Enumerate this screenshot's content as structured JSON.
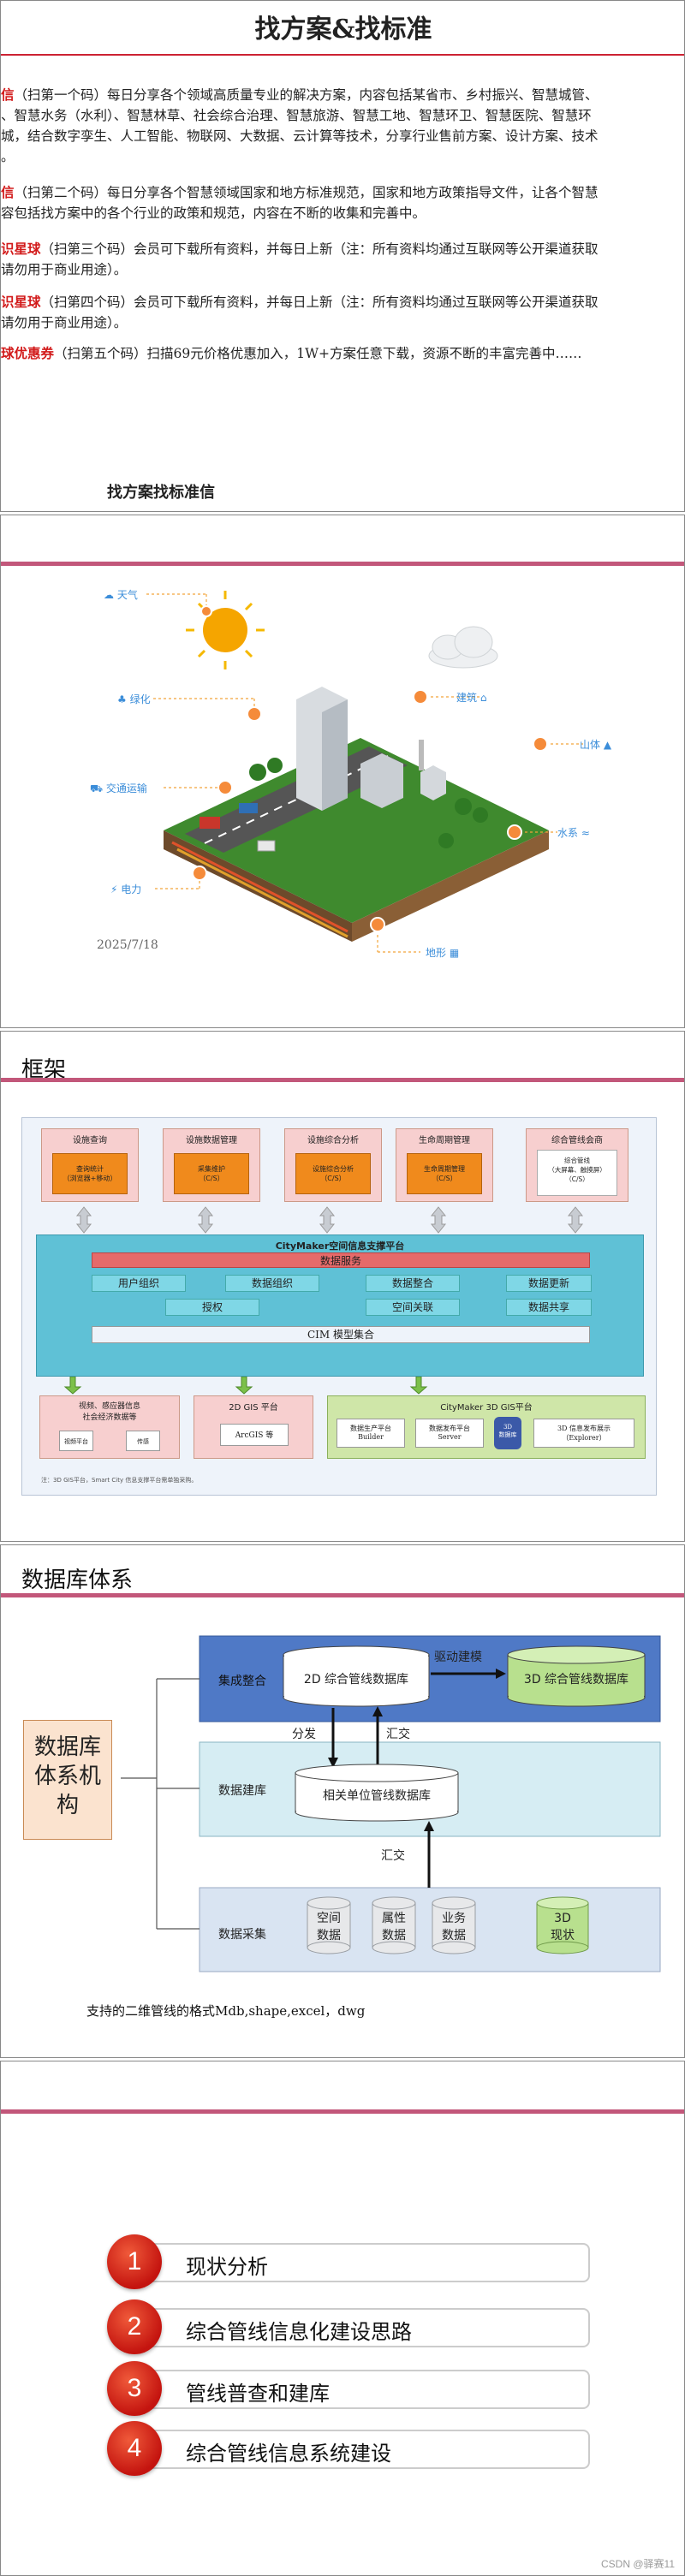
{
  "slide1": {
    "title": "找方案&找标准",
    "paragraphs": [
      {
        "hl": "信",
        "lines": [
          "（扫第一个码）每日分享各个领域高质量专业的解决方案，内容包括某省市、乡村振兴、智慧城管、",
          "、智慧水务（水利）、智慧林草、社会综合治理、智慧旅游、智慧工地、智慧环卫、智慧医院、智慧环",
          "城，结合数字孪生、人工智能、物联网、大数据、云计算等技术，分享行业售前方案、设计方案、技术",
          "。"
        ]
      },
      {
        "hl": "信",
        "lines": [
          "（扫第二个码）每日分享各个智慧领域国家和地方标准规范，国家和地方政策指导文件，让各个智慧",
          "容包括找方案中的各个行业的政策和规范，内容在不断的收集和完善中。"
        ]
      },
      {
        "hl": "识星球",
        "lines": [
          "（扫第三个码）会员可下载所有资料，并每日上新（注：所有资料均通过互联网等公开渠道获取",
          "请勿用于商业用途）。"
        ]
      },
      {
        "hl": "识星球",
        "lines": [
          "（扫第四个码）会员可下载所有资料，并每日上新（注：所有资料均通过互联网等公开渠道获取",
          "请勿用于商业用途）。"
        ]
      },
      {
        "hl": "球优惠券",
        "lines": [
          "（扫第五个码）扫描69元价格优惠加入，1W+方案任意下载，资源不断的丰富完善中……"
        ]
      }
    ],
    "footer": "找方案找标准信"
  },
  "slide2": {
    "date": "2025/7/18",
    "labels": {
      "weather": "天气",
      "green": "绿化",
      "traffic": "交通运输",
      "power": "电力",
      "building": "建筑",
      "mountain": "山体",
      "water": "水系",
      "terrain": "地形"
    }
  },
  "slide3": {
    "title": "框架",
    "top_boxes": [
      {
        "title": "设施查询",
        "inner": "查询统计\n（浏览器+移动）"
      },
      {
        "title": "设施数据管理",
        "inner": "采集维护\n（C/S）"
      },
      {
        "title": "设施综合分析",
        "inner": "设施综合分析\n（C/S）"
      },
      {
        "title": "生命周期管理",
        "inner": "生命周期管理\n（C/S）"
      },
      {
        "title": "综合管线会商",
        "inner": "综合管线\n（大屏幕、触摸屏）\n（C/S）"
      }
    ],
    "platform_title": "CityMaker空间信息支撑平台",
    "data_service": "数据服务",
    "row1": [
      "用户组织",
      "数据组织",
      "数据整合",
      "数据更新"
    ],
    "row2": [
      "授权",
      "空间关联",
      "数据共享"
    ],
    "cim": "CIM 模型集合",
    "bottom_left": {
      "title": "视频、感应器信息\n社会经济数据等",
      "items": [
        "视频平台",
        "传感"
      ]
    },
    "bottom_mid": {
      "title": "2D GIS 平台",
      "item": "ArcGIS 等"
    },
    "bottom_right": {
      "title": "CityMaker 3D GIS平台",
      "items": [
        "数据生产平台\nBuilder",
        "数据发布平台\nServer",
        "3D\n数据库",
        "3D 信息发布展示\n（Explorer）"
      ]
    },
    "note": "注：3D GIS平台，Smart City 信息支撑平台需单独采购。"
  },
  "slide4": {
    "title": "数据库体系",
    "left_box": "数据库\n体系机\n构",
    "band1_label": "集成整合",
    "db_2d": "2D 综合管线数据库",
    "db_3d": "3D 综合管线数据库",
    "drive": "驱动建模",
    "split": "分发",
    "merge1": "汇交",
    "band2_label": "数据建库",
    "db_unit": "相关单位管线数据库",
    "merge2": "汇交",
    "band3_label": "数据采集",
    "cyl_space": "空间\n数据",
    "cyl_attr": "属性\n数据",
    "cyl_biz": "业务\n数据",
    "cyl_3d": "3D\n现状",
    "caption": "支持的二维管线的格式Mdb,shape,excel，dwg"
  },
  "slide5": {
    "items": [
      {
        "num": "1",
        "label": "现状分析"
      },
      {
        "num": "2",
        "label": "综合管线信息化建设思路"
      },
      {
        "num": "3",
        "label": "管线普查和建库"
      },
      {
        "num": "4",
        "label": "综合管线信息系统建设"
      }
    ]
  },
  "watermark": "CSDN @驿赛11"
}
